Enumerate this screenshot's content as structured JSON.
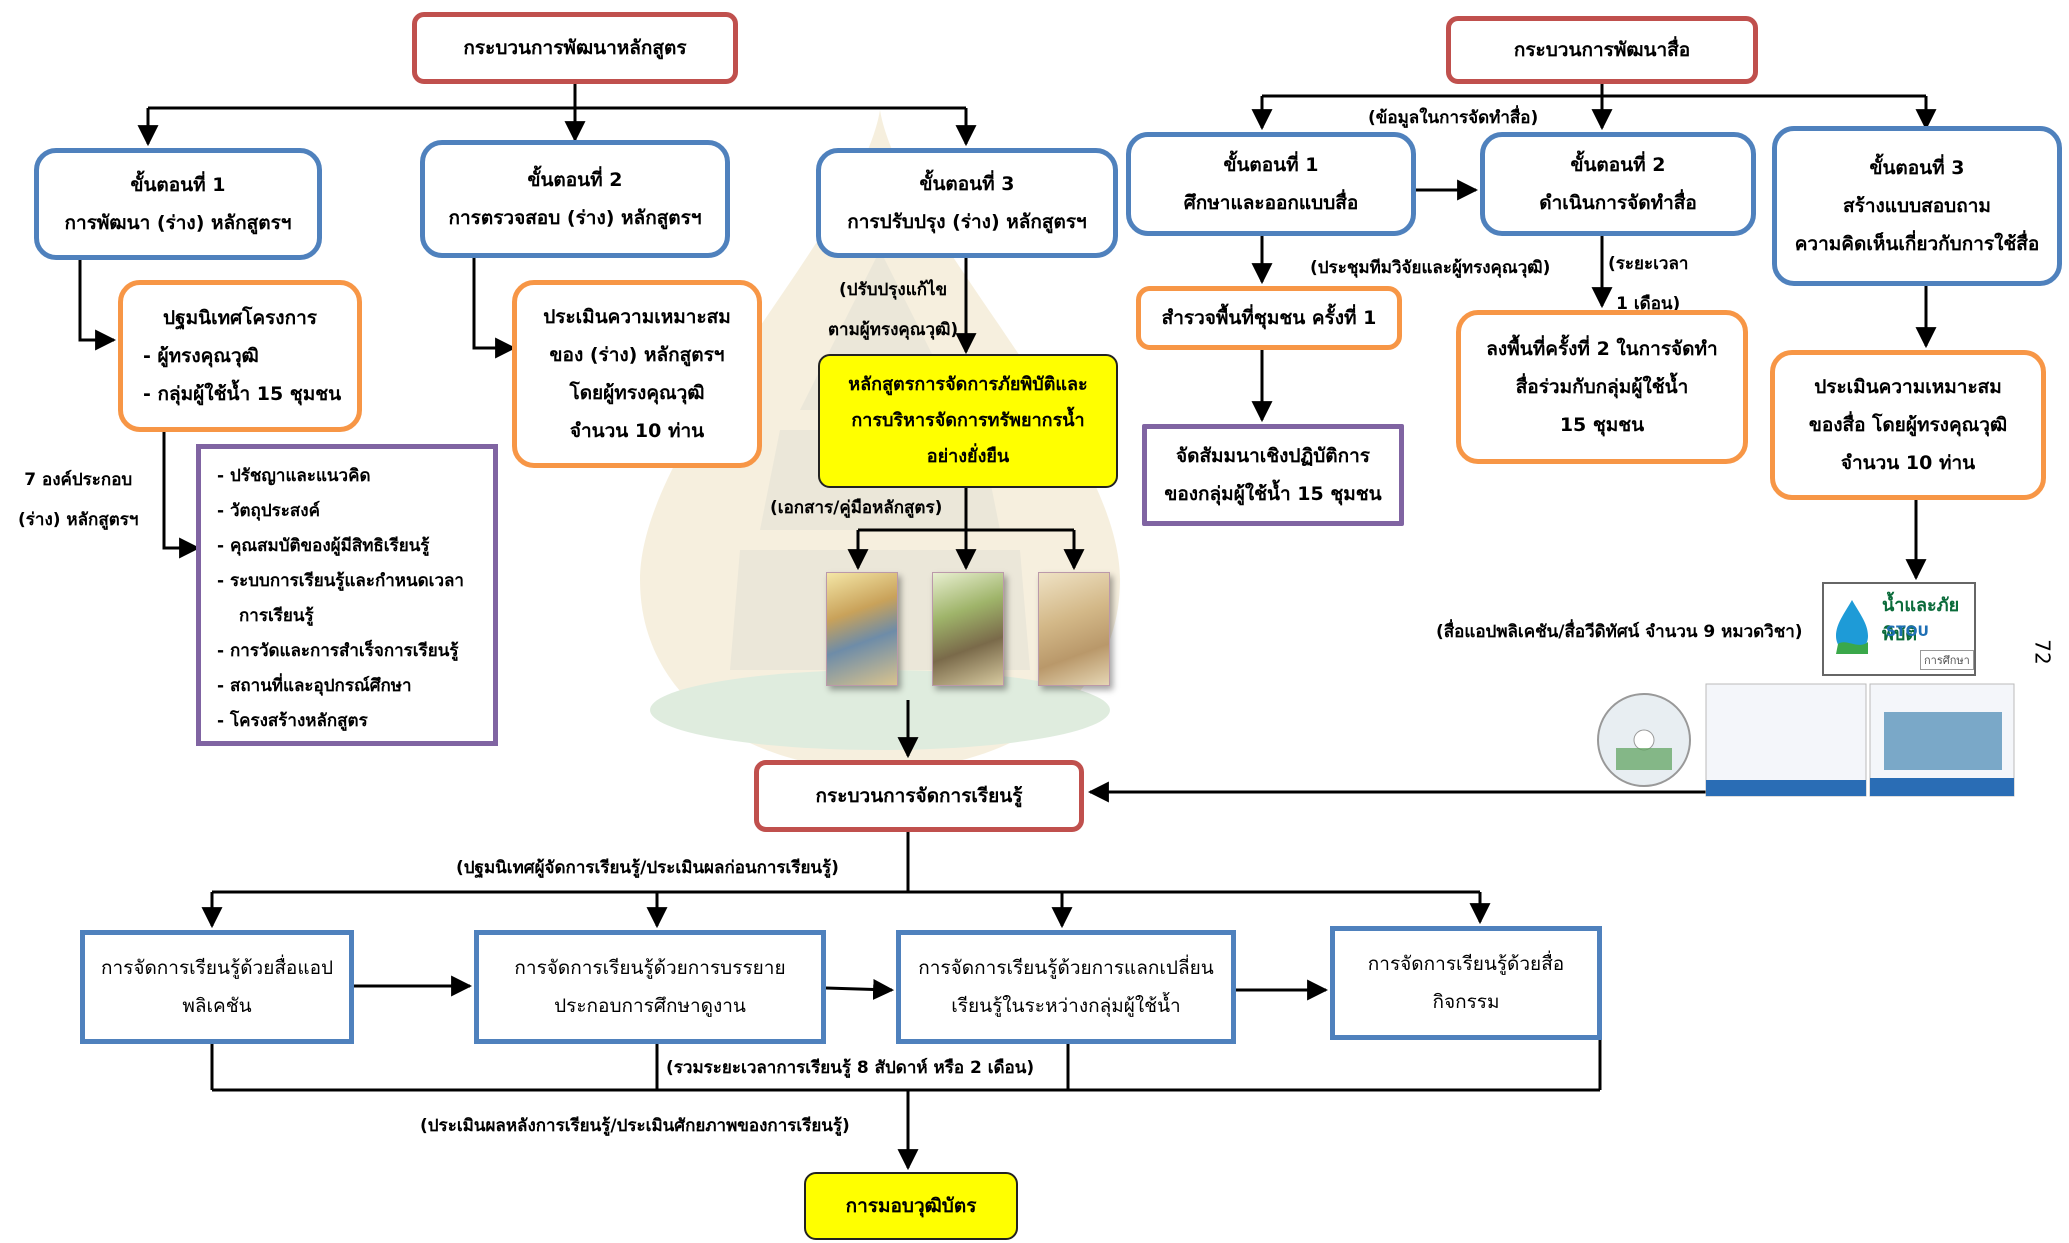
{
  "colors": {
    "red": "#c0504d",
    "blue": "#4f81bd",
    "orange": "#f79646",
    "purple": "#8064a2",
    "yellow": "#ffff00"
  },
  "curriculum_process": {
    "title": "กระบวนการพัฒนาหลักสูตร",
    "step1": {
      "line1": "ขั้นตอนที่ 1",
      "line2": "การพัฒนา (ร่าง) หลักสูตรฯ"
    },
    "step2": {
      "line1": "ขั้นตอนที่ 2",
      "line2": "การตรวจสอบ (ร่าง) หลักสูตรฯ"
    },
    "step3": {
      "line1": "ขั้นตอนที่ 3",
      "line2": "การปรับปรุง (ร่าง) หลักสูตรฯ"
    },
    "orientation": {
      "line1": "ปฐมนิเทศโครงการ",
      "line2": "- ผู้ทรงคุณวุฒิ",
      "line3": "- กลุ่มผู้ใช้น้ำ 15 ชุมชน"
    },
    "evaluation": {
      "line1": "ประเมินความเหมาะสม",
      "line2": "ของ (ร่าง) หลักสูตรฯ",
      "line3": "โดยผู้ทรงคุณวุฒิ",
      "line4": "จำนวน 10 ท่าน"
    },
    "components_label": {
      "line1": "7 องค์ประกอบ",
      "line2": "(ร่าง) หลักสูตรฯ"
    },
    "components": [
      "- ปรัชญาและแนวคิด",
      "- วัตถุประสงค์",
      "- คุณสมบัติของผู้มีสิทธิเรียนรู้",
      "- ระบบการเรียนรู้และกำหนดเวลา",
      "การเรียนรู้",
      "- การวัดและการสำเร็จการเรียนรู้",
      "- สถานที่และอุปกรณ์ศึกษา",
      "- โครงสร้างหลักสูตร"
    ],
    "revise_note": {
      "line1": "(ปรับปรุงแก้ไข",
      "line2": "ตามผู้ทรงคุณวุฒิ)"
    },
    "final_curriculum": {
      "line1": "หลักสูตรการจัดการภัยพิบัติและ",
      "line2": "การบริหารจัดการทรัพยากรน้ำ",
      "line3": "อย่างยั่งยืน"
    },
    "docs_label": "(เอกสาร/คู่มือหลักสูตร)"
  },
  "media_process": {
    "title": "กระบวนการพัฒนาสื่อ",
    "data_label": "(ข้อมูลในการจัดทำสื่อ)",
    "step1": {
      "line1": "ขั้นตอนที่ 1",
      "line2": "ศึกษาและออกแบบสื่อ"
    },
    "step2": {
      "line1": "ขั้นตอนที่ 2",
      "line2": "ดำเนินการจัดทำสื่อ"
    },
    "step3": {
      "line1": "ขั้นตอนที่ 3",
      "line2": "สร้างแบบสอบถาม",
      "line3": "ความคิดเห็นเกี่ยวกับการใช้สื่อ"
    },
    "meeting_label": "(ประชุมทีมวิจัยและผู้ทรงคุณวุฒิ)",
    "survey": "สำรวจพื้นที่ชุมชน ครั้งที่ 1",
    "workshop": {
      "line1": "จัดสัมมนาเชิงปฏิบัติการ",
      "line2": "ของกลุ่มผู้ใช้น้ำ 15 ชุมชน"
    },
    "duration_label": {
      "line1": "(ระยะเวลา",
      "line2": "1 เดือน)"
    },
    "field2": {
      "line1": "ลงพื้นที่ครั้งที่ 2 ในการจัดทำ",
      "line2": "สื่อร่วมกับกลุ่มผู้ใช้น้ำ",
      "line3": "15 ชุมชน"
    },
    "media_eval": {
      "line1": "ประเมินความเหมาะสม",
      "line2": "ของสื่อ โดยผู้ทรงคุณวุฒิ",
      "line3": "จำนวน 10 ท่าน"
    },
    "app_label": "(สื่อแอปพลิเคชัน/สื่อวีดิทัศน์ จำนวน 9 หมวดวิชา)",
    "app_logo_title": "น้ำและภัยพิบัติ",
    "app_logo_brand": "STOU",
    "app_logo_sub": "การศึกษา"
  },
  "learning_process": {
    "title": "กระบวนการจัดการเรียนรู้",
    "orient_label": "(ปฐมนิเทศผู้จัดการเรียนรู้/ประเมินผลก่อนการเรียนรู้)",
    "mode1": {
      "line1": "การจัดการเรียนรู้ด้วยสื่อแอป",
      "line2": "พลิเคชัน"
    },
    "mode2": {
      "line1": "การจัดการเรียนรู้ด้วยการบรรยาย",
      "line2": "ประกอบการศึกษาดูงาน"
    },
    "mode3": {
      "line1": "การจัดการเรียนรู้ด้วยการแลกเปลี่ยน",
      "line2": "เรียนรู้ในระหว่างกลุ่มผู้ใช้น้ำ"
    },
    "mode4": {
      "line1": "การจัดการเรียนรู้ด้วยสื่อ",
      "line2": "กิจกรรม"
    },
    "total_time": "(รวมระยะเวลาการเรียนรู้ 8 สัปดาห์ หรือ 2 เดือน)",
    "post_eval": "(ประเมินผลหลังการเรียนรู้/ประเมินศักยภาพของการเรียนรู้)",
    "certificate": "การมอบวุฒิบัตร"
  },
  "page_number": "72"
}
